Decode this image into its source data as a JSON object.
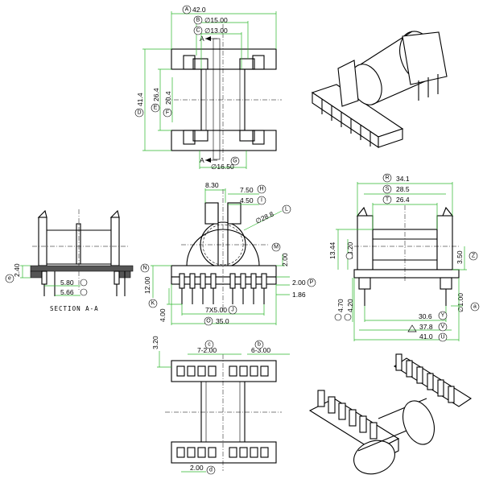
{
  "drawing": {
    "section_label": "SECTION  A-A",
    "cut_letter": "A",
    "top_view": {
      "dims": [
        {
          "letter": "A",
          "value": "42.0"
        },
        {
          "letter": "B",
          "value": "∅15.00"
        },
        {
          "letter": "C",
          "value": "∅13.00"
        },
        {
          "letter": "D",
          "value": "41.4"
        },
        {
          "letter": "E",
          "value": "26.4"
        },
        {
          "letter": "F",
          "value": "20.4"
        },
        {
          "letter": "G",
          "value": "∅16.50"
        }
      ]
    },
    "front_view": {
      "dims": [
        {
          "letter": "",
          "value": "8.30"
        },
        {
          "letter": "H",
          "value": "7.50"
        },
        {
          "letter": "I",
          "value": "4.50"
        },
        {
          "letter": "L",
          "value": "∅28.8"
        },
        {
          "letter": "M",
          "value": "2.00"
        },
        {
          "letter": "N",
          "value": "12.00"
        },
        {
          "letter": "P",
          "value": "2.00"
        },
        {
          "letter": "",
          "value": "1.86"
        },
        {
          "letter": "K",
          "value": "4.00"
        },
        {
          "letter": "J",
          "value": "7X5.00"
        },
        {
          "letter": "O",
          "value": "35.0"
        }
      ]
    },
    "section_view": {
      "dims": [
        {
          "letter": "e",
          "value": "2.40"
        },
        {
          "letter": "",
          "value": "5.80"
        },
        {
          "letter": "",
          "value": "5.66"
        }
      ]
    },
    "side_view": {
      "dims": [
        {
          "letter": "R",
          "value": "34.1"
        },
        {
          "letter": "S",
          "value": "28.5"
        },
        {
          "letter": "T",
          "value": "26.4"
        },
        {
          "letter": "",
          "value": "13.44"
        },
        {
          "letter": "",
          "value": "13.20"
        },
        {
          "letter": "Z",
          "value": "3.50"
        },
        {
          "letter": "a",
          "value": "∅1.00"
        },
        {
          "letter": "",
          "value": "4.70"
        },
        {
          "letter": "",
          "value": "4.20"
        },
        {
          "letter": "Y",
          "value": "30.6"
        },
        {
          "letter": "V",
          "value": "37.8"
        },
        {
          "letter": "U",
          "value": "41.0"
        }
      ]
    },
    "bottom_view": {
      "dims": [
        {
          "letter": "",
          "value": "3.20"
        },
        {
          "letter": "c",
          "value": "7-2.00"
        },
        {
          "letter": "b",
          "value": "6-3.00"
        },
        {
          "letter": "d",
          "value": "2.00"
        }
      ]
    }
  }
}
